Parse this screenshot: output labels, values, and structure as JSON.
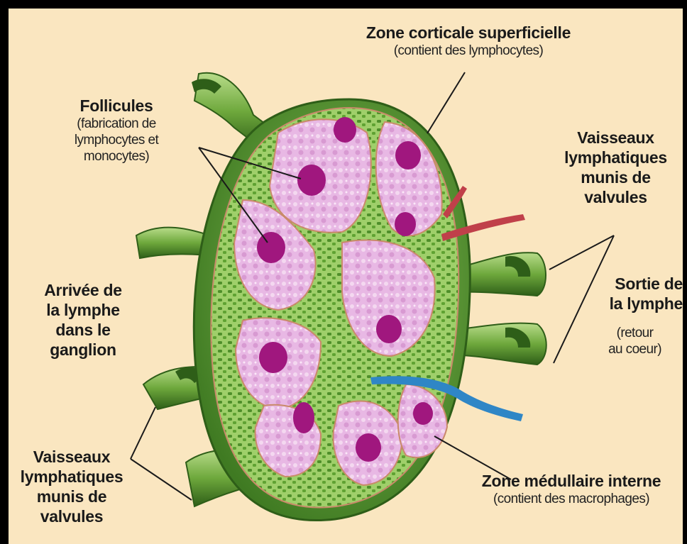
{
  "labels": {
    "zone_corticale": {
      "title": "Zone corticale superficielle",
      "note": "(contient des lymphocytes)"
    },
    "follicules": {
      "title": "Follicules",
      "note": [
        "(fabrication de",
        "lymphocytes et",
        "monocytes)"
      ]
    },
    "vaisseaux_droite": {
      "title": [
        "Vaisseaux",
        "lymphatiques",
        "munis de",
        "valvules"
      ]
    },
    "sortie": {
      "title": [
        "Sortie de",
        "la lymphe"
      ],
      "note": [
        "(retour",
        "au coeur)"
      ]
    },
    "arrivee": {
      "title": [
        "Arrivée de",
        "la lymphe",
        "dans le",
        "ganglion"
      ]
    },
    "vaisseaux_gauche": {
      "title": [
        "Vaisseaux",
        "lymphatiques",
        "munis de",
        "valvules"
      ]
    },
    "zone_medullaire": {
      "title": "Zone médullaire interne",
      "note": "(contient des macrophages)"
    }
  },
  "colors": {
    "background": "#fae6c0",
    "frame": "#000000",
    "capsule_green": "#6ea83c",
    "dark_green": "#3f7a22",
    "follicle_pink": "#e6b4e2",
    "nucleus_magenta": "#a0177e",
    "artery_red": "#c0404a",
    "vein_blue": "#2f86c6"
  }
}
